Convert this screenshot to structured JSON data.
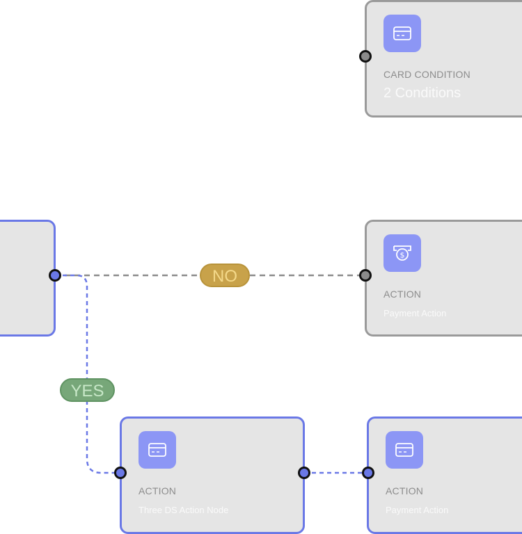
{
  "colors": {
    "active_edge": "#6a78e6",
    "inactive_edge": "#8a8a8a",
    "node_bg": "#e5e5e5",
    "icon_bg": "#8c96f5",
    "no_label_bg": "#c8a24a",
    "yes_label_bg": "#77a779"
  },
  "nodes": {
    "card_condition": {
      "icon": "credit-card-icon",
      "type": "CARD CONDITION",
      "subtitle": "2 Conditions"
    },
    "payment_action_top": {
      "icon": "dollar-coin-icon",
      "type": "ACTION",
      "subtitle": "Payment Action"
    },
    "three_ds_action": {
      "icon": "credit-card-icon",
      "type": "ACTION",
      "subtitle": "Three DS Action Node"
    },
    "payment_action_bottom": {
      "icon": "credit-card-icon",
      "type": "ACTION",
      "subtitle": "Payment Action"
    }
  },
  "edges": {
    "no_label": "NO",
    "yes_label": "YES"
  }
}
